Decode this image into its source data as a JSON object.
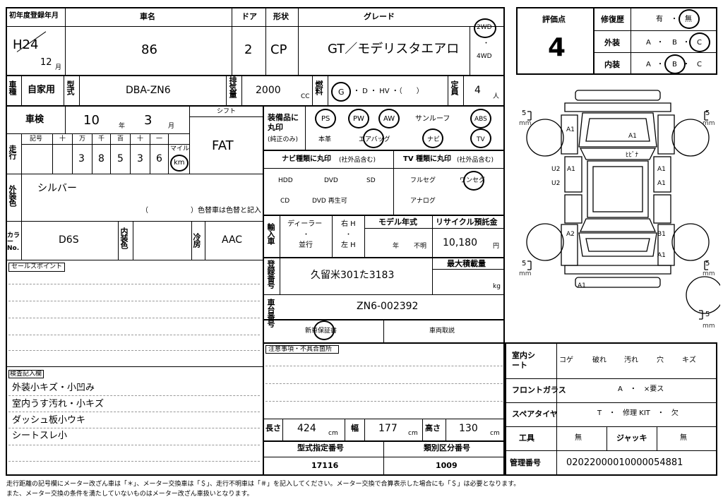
{
  "header": {
    "first_reg_label": "初年度登録年月",
    "first_reg_year": "H24",
    "first_reg_month": "12",
    "month_unit": "月",
    "car_name_label": "車名",
    "car_name": "86",
    "doors_label": "ドア",
    "doors": "2",
    "shape_label": "形状",
    "shape": "CP",
    "grade_label": "グレード",
    "grade": "GT／モデリスタエアロ",
    "drive_2wd": "2WD",
    "drive_dot": "・",
    "drive_4wd": "4WD"
  },
  "row2": {
    "usage_label": "車種",
    "usage": "自家用",
    "model_label": "型式",
    "model": "DBA-ZN6",
    "displacement_label": "排気量",
    "displacement": "2000",
    "cc": "CC",
    "fuel_label": "燃料",
    "fuel_g": "G",
    "fuel_rest": "・ D ・ HV ・（　　）",
    "capacity_label": "定員",
    "capacity": "4",
    "capacity_unit": "人"
  },
  "inspection": {
    "label": "車検",
    "year": "10",
    "year_unit": "年",
    "month": "3",
    "month_unit": "月",
    "shift_label": "シフト",
    "shift": "FAT"
  },
  "mileage": {
    "label": "走行",
    "symbol_label": "記号",
    "units": [
      "十",
      "万",
      "千",
      "百",
      "十",
      "一"
    ],
    "digits": [
      "",
      "3",
      "8",
      "5",
      "3",
      "6"
    ],
    "mile_label": "マイル",
    "km_label": "km"
  },
  "exterior_color": {
    "label": "外装色",
    "value": "シルバー",
    "note": "（　　　　　　）色替車は色替と記入"
  },
  "color_code": {
    "label": "カラーNo.",
    "value": "D6S",
    "interior_label": "内装色",
    "ac_label": "冷房",
    "ac": "AAC"
  },
  "sales_points_label": "セールスポイント",
  "inspection_notes": {
    "label": "検査記入欄",
    "items": [
      "外装小キズ・小凹み",
      "室内うす汚れ・小キズ",
      "ダッシュ板小ウキ",
      "シートスレ小"
    ]
  },
  "equipment": {
    "label": "装備品に丸印",
    "sub": "(純正のみ)",
    "items": [
      "PS",
      "PW",
      "AW",
      "サンルーフ",
      "ABS",
      "本革",
      "エアバッグ",
      "ナビ",
      "TV"
    ]
  },
  "navi": {
    "label": "ナビ種類に丸印",
    "label_sub": "(社外品含む)",
    "items": [
      "HDD",
      "DVD",
      "SD",
      "CD",
      "DVD 再生可"
    ]
  },
  "tv": {
    "label": "TV 種類に丸印",
    "label_sub": "(社外品含む)",
    "items": [
      "フルセグ",
      "ワンセグ",
      "アナログ"
    ]
  },
  "import": {
    "label": "輸入車",
    "dealer": "ディーラー",
    "dot": "・",
    "parallel": "並行",
    "right_h": "右 H",
    "left_h": "左 H",
    "model_year_label": "モデル年式",
    "year_unit": "年",
    "unknown": "不明",
    "recycle_label": "リサイクル預託金",
    "recycle": "10,180",
    "yen": "円"
  },
  "registration": {
    "label": "登録番号",
    "value": "久留米301た3183",
    "max_load_label": "最大積載量",
    "kg": "kg"
  },
  "chassis": {
    "label": "車台番号",
    "value": "ZN6-002392"
  },
  "warranty": {
    "new_car": "新車保証書",
    "manual": "車両取説"
  },
  "notes_label": "注意事項・不具合箇所",
  "dims": {
    "length_label": "長さ",
    "length": "424",
    "width_label": "幅",
    "width": "177",
    "height_label": "高さ",
    "height": "130",
    "unit": "cm",
    "type_label": "型式指定番号",
    "type_no": "17116",
    "class_label": "類別区分番号",
    "class_no": "1009"
  },
  "score": {
    "label": "評価点",
    "value": "4",
    "repair_label": "修復歴",
    "repair_yes": "有",
    "repair_dot": "・",
    "repair_no": "無",
    "exterior_label": "外装",
    "interior_label": "内装",
    "grades": [
      "A",
      "・",
      "B",
      "・",
      "C"
    ]
  },
  "diagram": {
    "mm": "mm",
    "five": "5",
    "marks": [
      "A1",
      "A1",
      "ﾋﾋﾞﾅ",
      "U2",
      "A1",
      "A1",
      "U2",
      "A1",
      "A2",
      "B1",
      "A1",
      "A1"
    ]
  },
  "interior_sheet": {
    "label": "室内シート",
    "items": [
      "コゲ",
      "破れ",
      "汚れ",
      "穴",
      "キズ"
    ]
  },
  "windshield": {
    "label": "フロントガラス",
    "value": "A　・　×要ス"
  },
  "spare": {
    "label": "スペアタイヤ",
    "value": "T　・　修理 KIT　・　欠"
  },
  "tools": {
    "label": "工具",
    "value": "無",
    "jack_label": "ジャッキ",
    "jack": "無"
  },
  "control": {
    "label": "管理番号",
    "value": "02022000010000054881"
  },
  "footer": {
    "line1": "走行距離の記号欄にメーター改ざん車は「＊」、メーター交換車は「＄」、走行不明車は「＃」を記入してください。メーター交換で合算表示した場合にも「＄」は必要となります。",
    "line2": "また、メーター交換の条件を満たしていないものはメーター改ざん車扱いとなります。"
  }
}
